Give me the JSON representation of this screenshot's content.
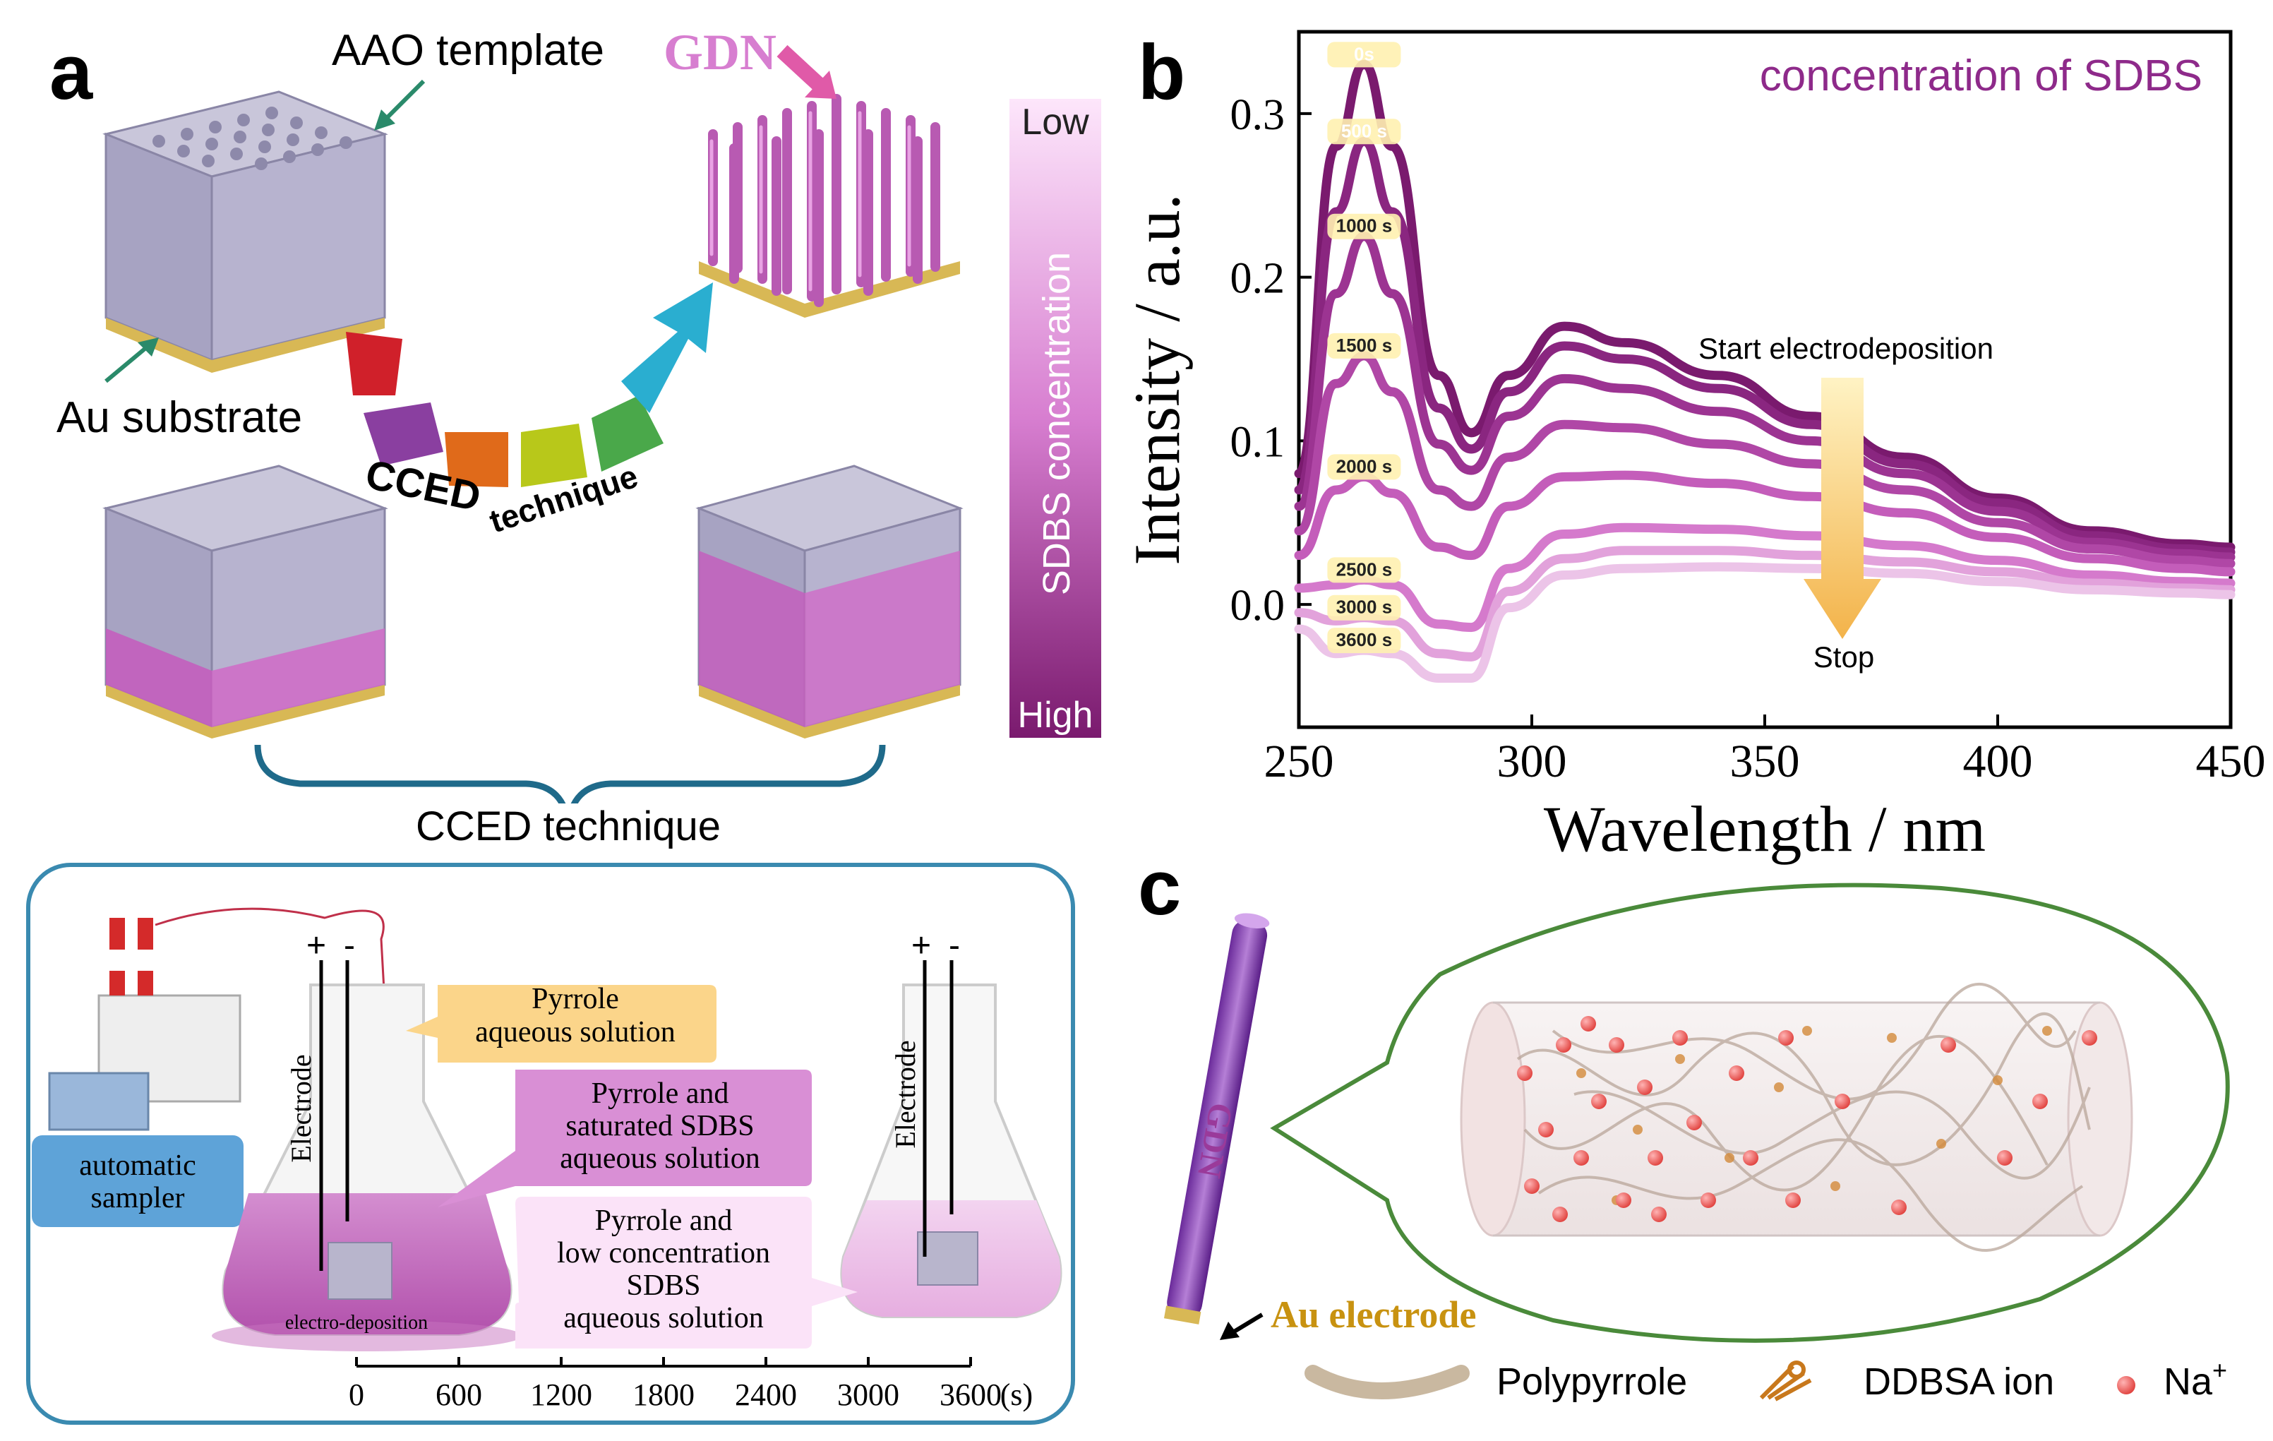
{
  "panel_a": {
    "letter": "a",
    "aao_label": "AAO template",
    "gdn_label": "GDN",
    "au_label": "Au substrate",
    "arc_label_1": "CCED",
    "arc_label_2": "technique",
    "gradient_low": "Low",
    "gradient_high": "High",
    "gradient_title": "SDBS concentration",
    "brace_label": "CCED technique",
    "setup": {
      "pyrrole_box": [
        "Pyrrole",
        "aqueous solution"
      ],
      "saturated_box": [
        "Pyrrole and",
        "saturated SDBS",
        "aqueous solution"
      ],
      "low_box": [
        "Pyrrole and",
        "low concentration",
        "SDBS",
        "aqueous solution"
      ],
      "sampler_box": [
        "automatic",
        "sampler"
      ],
      "electrode_label": "Electrode",
      "plus": "+",
      "minus": "-",
      "electrodeposition": "electro-deposition",
      "timeline_ticks": [
        "0",
        "600",
        "1200",
        "1800",
        "2400",
        "3000",
        "3600"
      ],
      "timeline_unit": "(s)"
    }
  },
  "panel_b": {
    "letter": "b",
    "legend_title": "concentration of SDBS",
    "start_label": "Start electrodeposition",
    "stop_label": "Stop"
  },
  "panel_c": {
    "letter": "c",
    "gdn_label": "GDN",
    "au_electrode": "Au electrode",
    "legend": {
      "polypyrrole": "Polypyrrole",
      "ddbsa": "DDBSA ion",
      "na": "Na",
      "na_sup": "+"
    }
  },
  "colors": {
    "purple_dark": "#7a1a6e",
    "purple_title": "#8e2a8a",
    "pink": "#e07ad8",
    "gold": "#b8860b",
    "teal_border": "#3a8ab0",
    "green_border": "#4a8a3a"
  },
  "chart_data": {
    "type": "line",
    "xlabel": "Wavelength / nm",
    "ylabel": "Intensity / a.u.",
    "xlim": [
      250,
      450
    ],
    "ylim": [
      -0.075,
      0.35
    ],
    "xticks": [
      250,
      300,
      350,
      400,
      450
    ],
    "yticks": [
      0.0,
      0.1,
      0.2,
      0.3
    ],
    "ytick_labels": [
      "0.0",
      "0.1",
      "0.2",
      "0.3"
    ],
    "x": [
      250,
      258,
      264,
      270,
      280,
      287,
      295,
      307,
      320,
      340,
      360,
      380,
      400,
      420,
      440,
      450
    ],
    "series": [
      {
        "name": "0s",
        "color": "#7a1a6e",
        "values": [
          0.08,
          0.28,
          0.33,
          0.28,
          0.14,
          0.105,
          0.14,
          0.17,
          0.16,
          0.14,
          0.115,
          0.09,
          0.065,
          0.045,
          0.037,
          0.035
        ]
      },
      {
        "name": "500 s",
        "color": "#8a2680",
        "values": [
          0.07,
          0.24,
          0.283,
          0.24,
          0.12,
          0.095,
          0.13,
          0.158,
          0.15,
          0.132,
          0.11,
          0.086,
          0.062,
          0.042,
          0.034,
          0.032
        ]
      },
      {
        "name": "1000 s",
        "color": "#9c3492",
        "values": [
          0.06,
          0.19,
          0.225,
          0.19,
          0.098,
          0.082,
          0.115,
          0.138,
          0.132,
          0.118,
          0.1,
          0.08,
          0.057,
          0.038,
          0.031,
          0.029
        ]
      },
      {
        "name": "1500 s",
        "color": "#b047a6",
        "values": [
          0.045,
          0.135,
          0.152,
          0.13,
          0.07,
          0.06,
          0.09,
          0.11,
          0.108,
          0.098,
          0.086,
          0.07,
          0.05,
          0.034,
          0.027,
          0.025
        ]
      },
      {
        "name": "2000 s",
        "color": "#c45dba",
        "values": [
          0.03,
          0.07,
          0.078,
          0.068,
          0.035,
          0.03,
          0.06,
          0.078,
          0.079,
          0.074,
          0.066,
          0.056,
          0.041,
          0.028,
          0.022,
          0.02
        ]
      },
      {
        "name": "2500 s",
        "color": "#d57acc",
        "values": [
          0.01,
          0.012,
          0.015,
          0.012,
          -0.012,
          -0.014,
          0.022,
          0.043,
          0.047,
          0.046,
          0.042,
          0.036,
          0.027,
          0.018,
          0.014,
          0.013
        ]
      },
      {
        "name": "3000 s",
        "color": "#e2a2db",
        "values": [
          -0.005,
          -0.01,
          -0.008,
          -0.01,
          -0.03,
          -0.032,
          0.008,
          0.028,
          0.033,
          0.033,
          0.03,
          0.026,
          0.02,
          0.013,
          0.01,
          0.009
        ]
      },
      {
        "name": "3600 s",
        "color": "#ecc4e8",
        "values": [
          -0.015,
          -0.03,
          -0.028,
          -0.03,
          -0.045,
          -0.045,
          -0.002,
          0.018,
          0.022,
          0.023,
          0.022,
          0.019,
          0.014,
          0.009,
          0.007,
          0.006
        ]
      }
    ]
  }
}
